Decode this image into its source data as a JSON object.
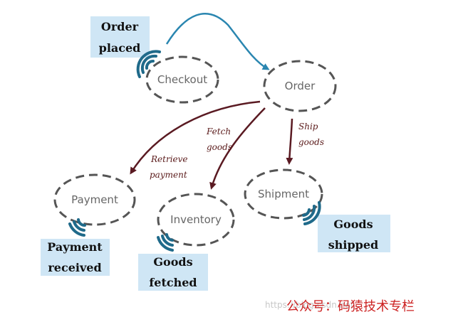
{
  "nodes": {
    "checkout": "Checkout",
    "order": "Order",
    "payment": "Payment",
    "inventory": "Inventory",
    "shipment": "Shipment"
  },
  "edges": {
    "retrieve_payment": [
      "Retrieve",
      "payment"
    ],
    "fetch_goods": [
      "Fetch",
      "goods"
    ],
    "ship_goods": [
      "Ship",
      "goods"
    ]
  },
  "notes": {
    "order_placed": [
      "Order",
      "placed"
    ],
    "payment_received": [
      "Payment",
      "received"
    ],
    "goods_fetched": [
      "Goods",
      "fetched"
    ],
    "goods_shipped": [
      "Goods",
      "shipped"
    ]
  },
  "watermark": {
    "main": "公众号：码猿技术专栏",
    "faint": "https://blog.csdn.net"
  },
  "colors": {
    "event_arrow": "#2a86b0",
    "command_arrow": "#5a1a22",
    "node_border": "#555555",
    "note_fill": "#cfe6f5",
    "signal_icon": "#1f6a8a"
  }
}
